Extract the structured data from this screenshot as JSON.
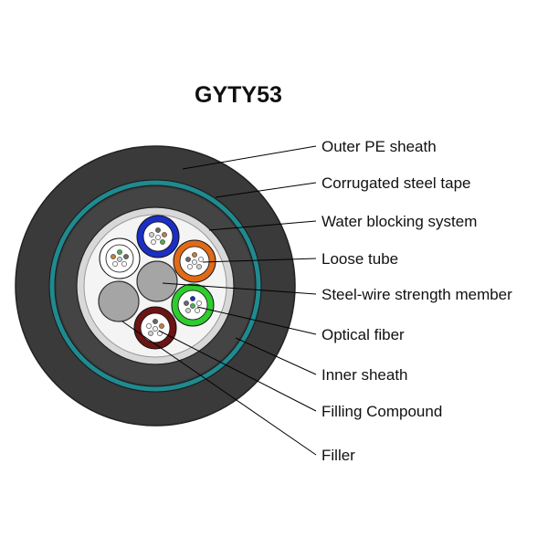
{
  "title": "GYTY53",
  "labels": [
    "Outer PE sheath",
    "Corrugated steel tape",
    "Water blocking system",
    "Loose tube",
    "Steel-wire strength member",
    "Optical fiber",
    "Inner sheath",
    "Filling Compound",
    "Filler"
  ],
  "colors": {
    "outer_sheath": "#3a3a3a",
    "steel_tape": "#1f8a8f",
    "inner_sheath": "#444444",
    "water_blocking": "#d8d8d8",
    "filling": "#f4f4f4",
    "strength_member": "#a5a5a5",
    "tube_blue": "#1b2fc4",
    "tube_orange": "#e06a18",
    "tube_green": "#2ecc2e",
    "tube_brown": "#6b1414",
    "tube_white": "#ffffff"
  }
}
